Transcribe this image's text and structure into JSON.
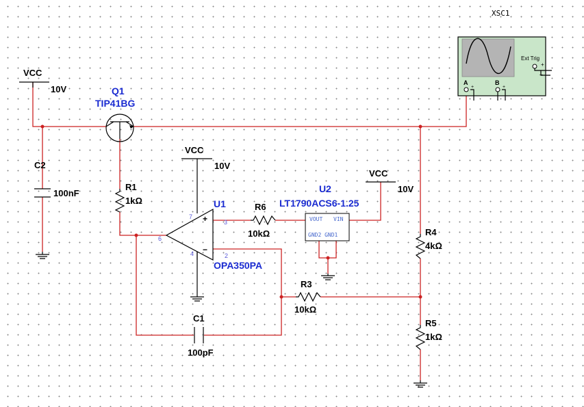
{
  "colors": {
    "wire": "#cc2222",
    "label": "#1a2bd1",
    "scope_body": "#c9e6c9",
    "scope_screen": "#b4b4b4"
  },
  "power": [
    {
      "net": "VCC",
      "value": "10V"
    },
    {
      "net": "VCC",
      "value": "10V"
    },
    {
      "net": "VCC",
      "value": "10V"
    }
  ],
  "components": {
    "q1": {
      "ref": "Q1",
      "part": "TIP41BG"
    },
    "c2": {
      "ref": "C2",
      "value": "100nF"
    },
    "r1": {
      "ref": "R1",
      "value": "1kΩ"
    },
    "u1": {
      "ref": "U1",
      "part": "OPA350PA",
      "pins": {
        "p7": "7",
        "p3": "3",
        "p6": "6",
        "p4": "4",
        "p2": "2",
        "plus": "+",
        "minus": "−"
      }
    },
    "r6": {
      "ref": "R6",
      "value": "10kΩ"
    },
    "u2": {
      "ref": "U2",
      "part": "LT1790ACS6-1.25",
      "pin_vout": "VOUT",
      "pin_vin": "VIN",
      "pin_gnd": "GND2 GND1"
    },
    "r4": {
      "ref": "R4",
      "value": "4kΩ"
    },
    "r3": {
      "ref": "R3",
      "value": "10kΩ"
    },
    "r5": {
      "ref": "R5",
      "value": "1kΩ"
    },
    "c1": {
      "ref": "C1",
      "value": "100pF"
    }
  },
  "oscilloscope": {
    "ref": "XSC1",
    "ext_trig_label": "Ext Trig",
    "channel_a": "A",
    "channel_b": "B",
    "plus": "+",
    "minus": "_"
  }
}
